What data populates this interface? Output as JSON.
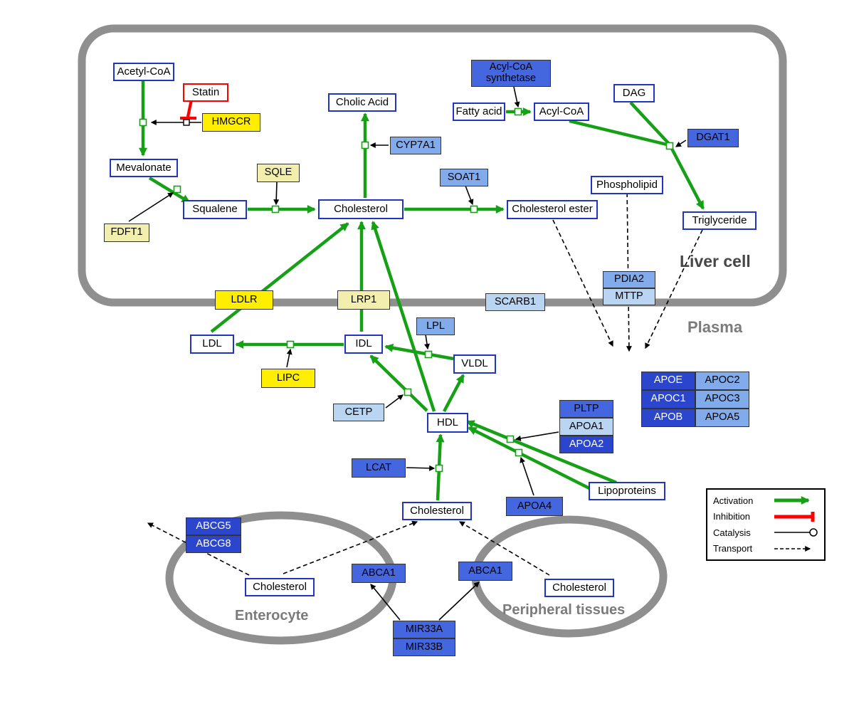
{
  "compartments": {
    "liver": "Liver cell",
    "plasma": "Plasma",
    "enterocyte": "Enterocyte",
    "peripheral": "Peripheral tissues"
  },
  "nodes": {
    "acetyl_coa": "Acetyl-CoA",
    "statin": "Statin",
    "hmgcr": "HMGCR",
    "mevalonate": "Mevalonate",
    "sqle": "SQLE",
    "fdft1": "FDFT1",
    "squalene": "Squalene",
    "cholic_acid": "Cholic Acid",
    "cyp7a1": "CYP7A1",
    "cholesterol_liver": "Cholesterol",
    "soat1": "SOAT1",
    "cholesterol_ester": "Cholesterol ester",
    "acyl_coa_synthetase": "Acyl-CoA synthetase",
    "fatty_acid": "Fatty acid",
    "acyl_coa": "Acyl-CoA",
    "dag": "DAG",
    "dgat1": "DGAT1",
    "phospholipid": "Phospholipid",
    "triglyceride": "Triglyceride",
    "pdia2": "PDIA2",
    "mttp": "MTTP",
    "ldlr": "LDLR",
    "lrp1": "LRP1",
    "scarb1": "SCARB1",
    "ldl": "LDL",
    "idl": "IDL",
    "lpl": "LPL",
    "vldl": "VLDL",
    "lipc": "LIPC",
    "cetp": "CETP",
    "hdl": "HDL",
    "pltp": "PLTP",
    "apoa1": "APOA1",
    "apoa2": "APOA2",
    "apoe": "APOE",
    "apoc2": "APOC2",
    "apoc1": "APOC1",
    "apoc3": "APOC3",
    "apob": "APOB",
    "apoa5": "APOA5",
    "lcat": "LCAT",
    "apoa4": "APOA4",
    "lipoproteins": "Lipoproteins",
    "cholesterol_plasma": "Cholesterol",
    "abcg5": "ABCG5",
    "abcg8": "ABCG8",
    "cholesterol_enterocyte": "Cholesterol",
    "abca1_left": "ABCA1",
    "abca1_right": "ABCA1",
    "cholesterol_peripheral": "Cholesterol",
    "mir33a": "MIR33A",
    "mir33b": "MIR33B"
  },
  "legend": {
    "activation": "Activation",
    "inhibition": "Inhibition",
    "catalysis": "Catalysis",
    "transport": "Transport"
  },
  "colors": {
    "activation_green": "#15a015",
    "inhibition_red": "#ff0000",
    "metabolite_border_blue": "#2135c0",
    "gene_yellow": "#ffee00",
    "gene_pale_yellow": "#f2efae",
    "gene_blue_light": "#b9d5f2",
    "gene_blue_mid": "#82abec",
    "gene_blue": "#4467e0",
    "gene_blue_dark": "#2b46cc",
    "membrane_gray": "#8f8f8f"
  }
}
